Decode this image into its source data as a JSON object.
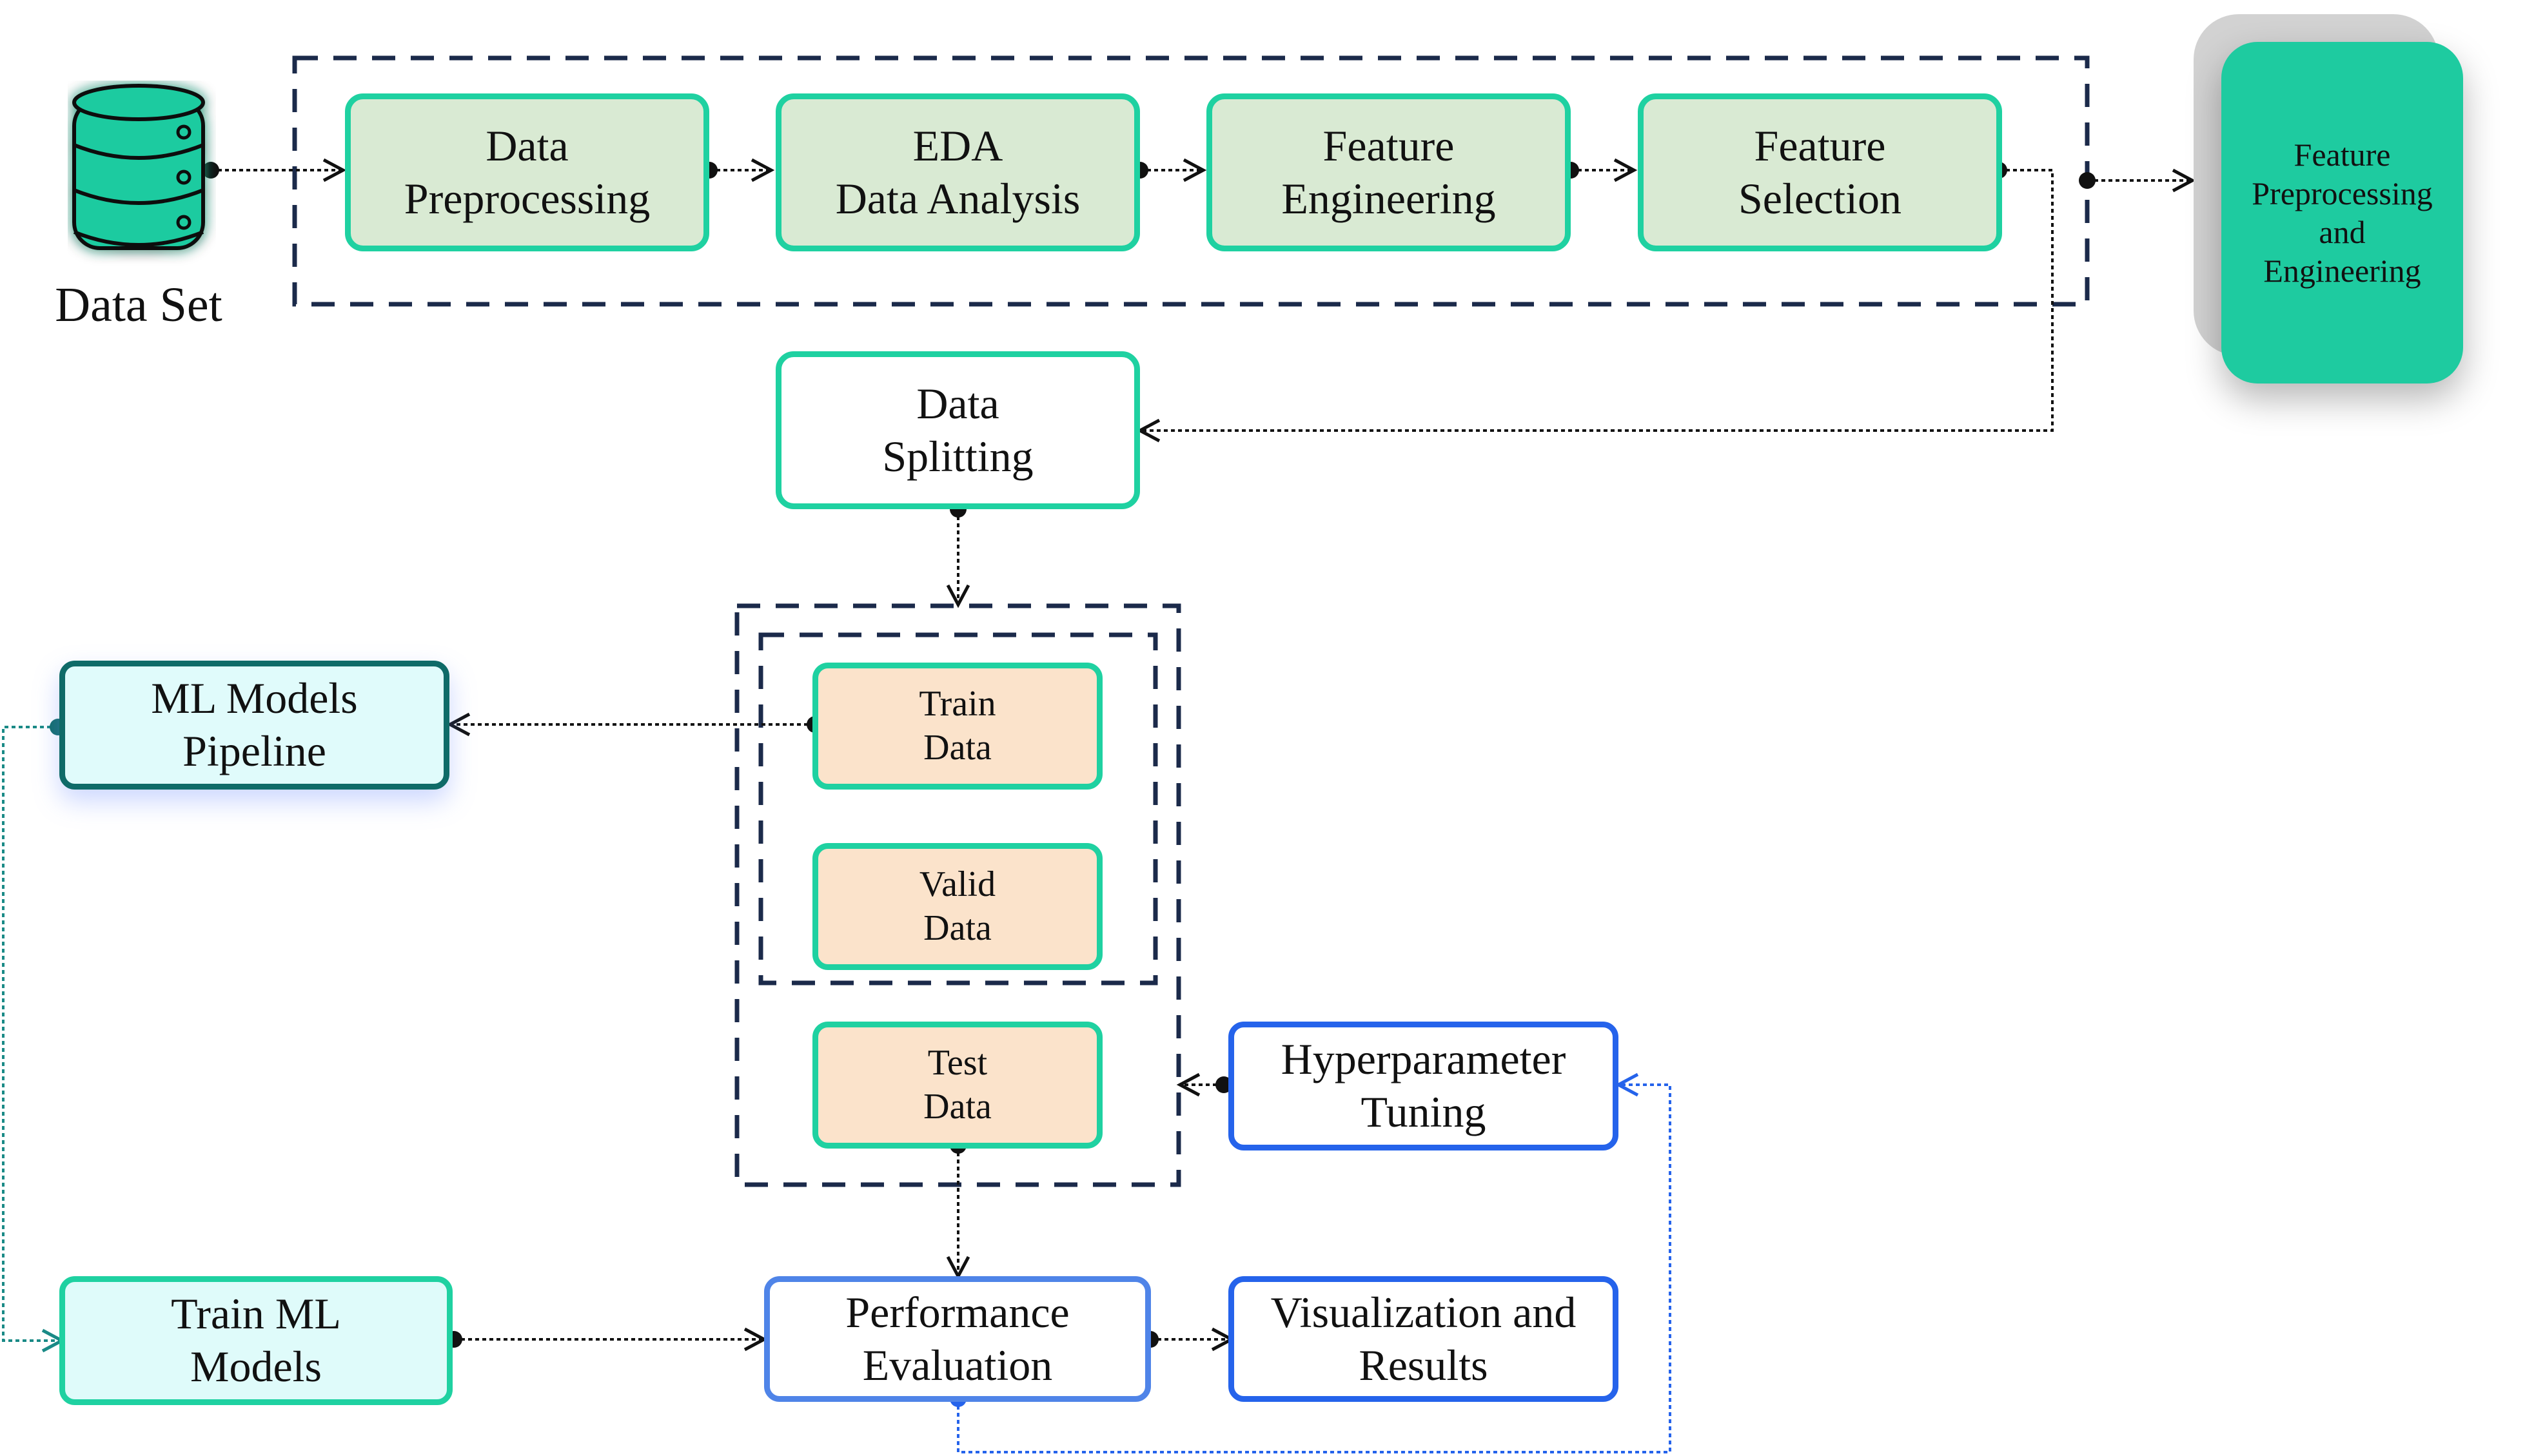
{
  "dataset": {
    "label": "Data Set",
    "icon": "database-icon"
  },
  "pipeline": {
    "preprocessing": {
      "line1": "Data",
      "line2": "Preprocessing"
    },
    "eda": {
      "line1": "EDA",
      "line2": "Data Analysis"
    },
    "engineering": {
      "line1": "Feature",
      "line2": "Engineering"
    },
    "selection": {
      "line1": "Feature",
      "line2": "Selection"
    }
  },
  "side_panel": {
    "line1": "Feature",
    "line2": "Preprocessing",
    "line3": "and",
    "line4": "Engineering"
  },
  "splitting": {
    "line1": "Data",
    "line2": "Splitting"
  },
  "splits": {
    "train": {
      "line1": "Train",
      "line2": "Data"
    },
    "valid": {
      "line1": "Valid",
      "line2": "Data"
    },
    "test": {
      "line1": "Test",
      "line2": "Data"
    }
  },
  "ml_pipeline": {
    "line1": "ML Models",
    "line2": "Pipeline"
  },
  "train_models": {
    "line1": "Train ML",
    "line2": "Models"
  },
  "evaluation": {
    "line1": "Performance",
    "line2": "Evaluation"
  },
  "tuning": {
    "line1": "Hyperparameter",
    "line2": "Tuning"
  },
  "results": {
    "line1": "Visualization and",
    "line2": "Results"
  },
  "colors": {
    "accent_green": "#1fd1a1",
    "box_green_fill": "#d9ead3",
    "peach_fill": "#fbe3cb",
    "cyan_fill": "#dffbfa",
    "dark_teal": "#0f6b68",
    "blue": "#2563eb",
    "navy_dash": "#1b2a4a"
  }
}
